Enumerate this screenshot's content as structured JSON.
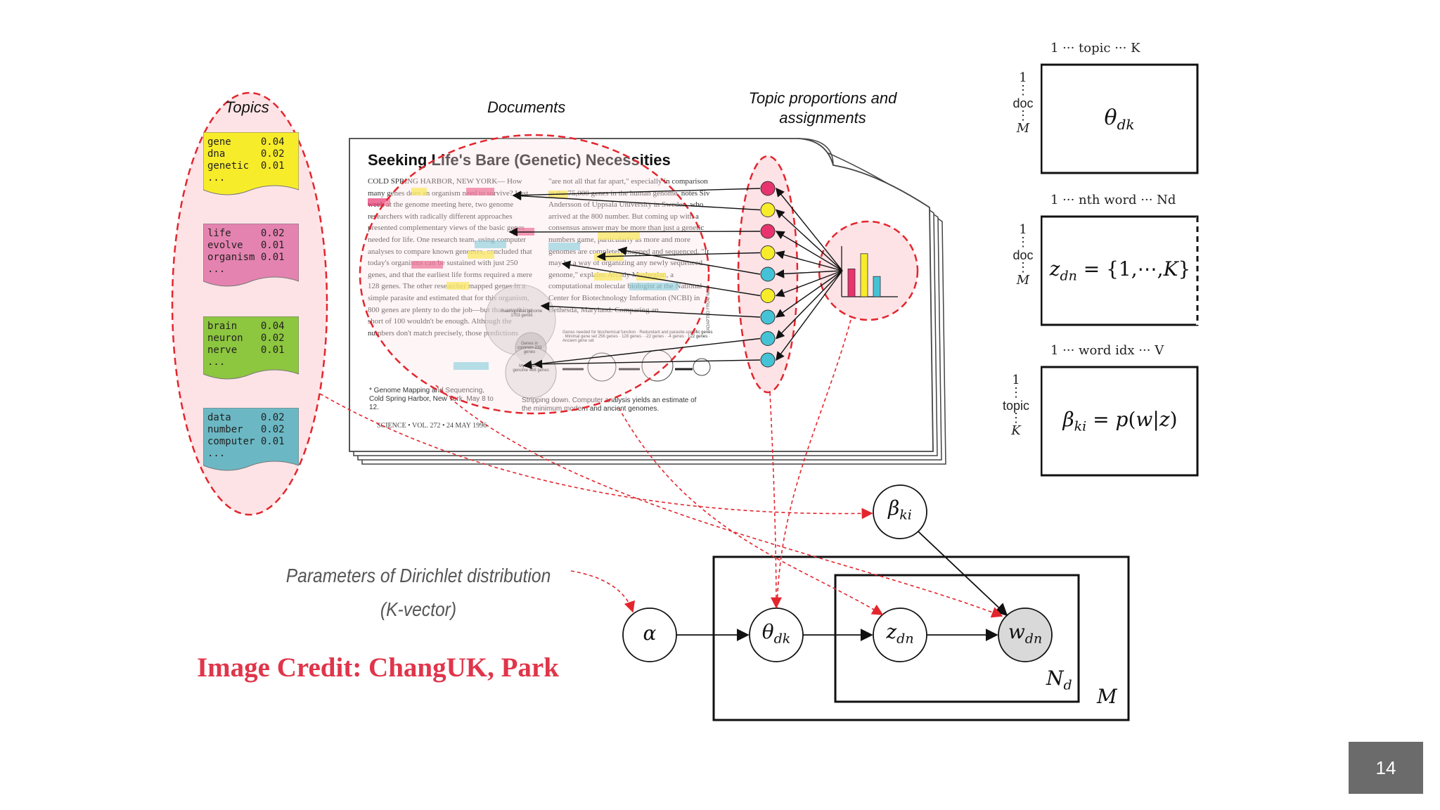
{
  "topics_panel": {
    "label": "Topics",
    "cards": [
      {
        "color": "#f7ec2a",
        "lines": [
          "gene     0.04",
          "dna      0.02",
          "genetic  0.01",
          "..."
        ]
      },
      {
        "color": "#e583b0",
        "lines": [
          "life     0.02",
          "evolve   0.01",
          "organism 0.01",
          "..."
        ]
      },
      {
        "color": "#8dc63f",
        "lines": [
          "brain    0.04",
          "neuron   0.02",
          "nerve    0.01",
          "..."
        ]
      },
      {
        "color": "#6bb8c4",
        "lines": [
          "data     0.02",
          "number   0.02",
          "computer 0.01",
          "..."
        ]
      }
    ]
  },
  "documents": {
    "label": "Documents",
    "article_title": "Seeking Life's Bare (Genetic) Necessities",
    "col1": "COLD SPRING HARBOR, NEW YORK— How many genes does an organism need to survive? Last week at the genome meeting here, two genome researchers with radically different approaches presented complementary views of the basic genes needed for life. One research team, using computer analyses to compare known genomes, concluded that today's organisms can be sustained with just 250 genes, and that the earliest life forms required a mere 128 genes. The other researcher mapped genes in a simple parasite and estimated that for this organism, 800 genes are plenty to do the job—but that anything short of 100 wouldn't be enough. Although the numbers don't match precisely, those predictions",
    "col2": "\"are not all that far apart,\" especially in comparison to the 75,000 genes in the human genome, notes Siv Andersson of Uppsala University in Sweden, who arrived at the 800 number. But coming up with a consensus answer may be more than just a genetic numbers game, particularly as more and more genomes are completely mapped and sequenced. \"It may be a way of organizing any newly sequenced genome,\" explains Arcady Mushegian, a computational molecular biologist at the National Center for Biotechnology Information (NCBI) in Bethesda, Maryland. Comparing an",
    "footnote": "* Genome Mapping and Sequencing, Cold Spring Harbor, New York, May 8 to 12.",
    "caption": "Stripping down. Computer analysis yields an estimate of the minimum modern and ancient genomes.",
    "source_line": "SCIENCE • VOL. 272 • 24 MAY 1996",
    "side_credit": "ADAPTED FROM NCBI",
    "circle_labels": [
      "Haemophilus genome 1703 genes",
      "Genes in common 233 genes",
      "Mycoplasma genome 468 genes"
    ],
    "flow_labels": [
      "Genes needed for biochemical function",
      "Redundant and parasite-specific genes",
      "Minimal gene set 256 genes",
      "128 genes",
      "-22 genes",
      "-4 genes",
      "122 genes",
      "Ancient gene set"
    ]
  },
  "proportions": {
    "label_line1": "Topic proportions and",
    "label_line2": "assignments",
    "dot_colors": [
      "#e8336e",
      "#f7ec2a",
      "#e8336e",
      "#f7ec2a",
      "#45c3d6",
      "#f7ec2a",
      "#45c3d6",
      "#45c3d6",
      "#45c3d6"
    ],
    "histogram": [
      {
        "color": "#e8336e",
        "value": 0.55
      },
      {
        "color": "#f7ec2a",
        "value": 0.85
      },
      {
        "color": "#45c3d6",
        "value": 0.4
      }
    ]
  },
  "matrices": {
    "theta": {
      "top": "1  ···  topic  ···  K",
      "rows": [
        "1",
        "doc",
        "M"
      ],
      "body": "θdk"
    },
    "z": {
      "top": "1 ··· nth word ··· Nd",
      "rows": [
        "1",
        "doc",
        "M"
      ],
      "body": "zdn = {1,···,K}"
    },
    "beta": {
      "top": "1 ··· word idx ··· V",
      "rows": [
        "1",
        "topic",
        "K"
      ],
      "body": "βki = p(w|z)"
    }
  },
  "graphical_model": {
    "nodes": {
      "alpha": "α",
      "theta": "θdk",
      "z": "zdn",
      "w": "wdn",
      "beta": "βki"
    },
    "plate_inner": "Nd",
    "plate_outer": "M"
  },
  "dirichlet_note": {
    "line1": "Parameters of Dirichlet distribution",
    "line2": "(K-vector)"
  },
  "credit": "Image Credit: ChangUK, Park",
  "page_number": "14",
  "colors": {
    "accent_red": "#e3262e",
    "credit_red": "#e0354a",
    "node_gray": "#d9d9d9"
  }
}
